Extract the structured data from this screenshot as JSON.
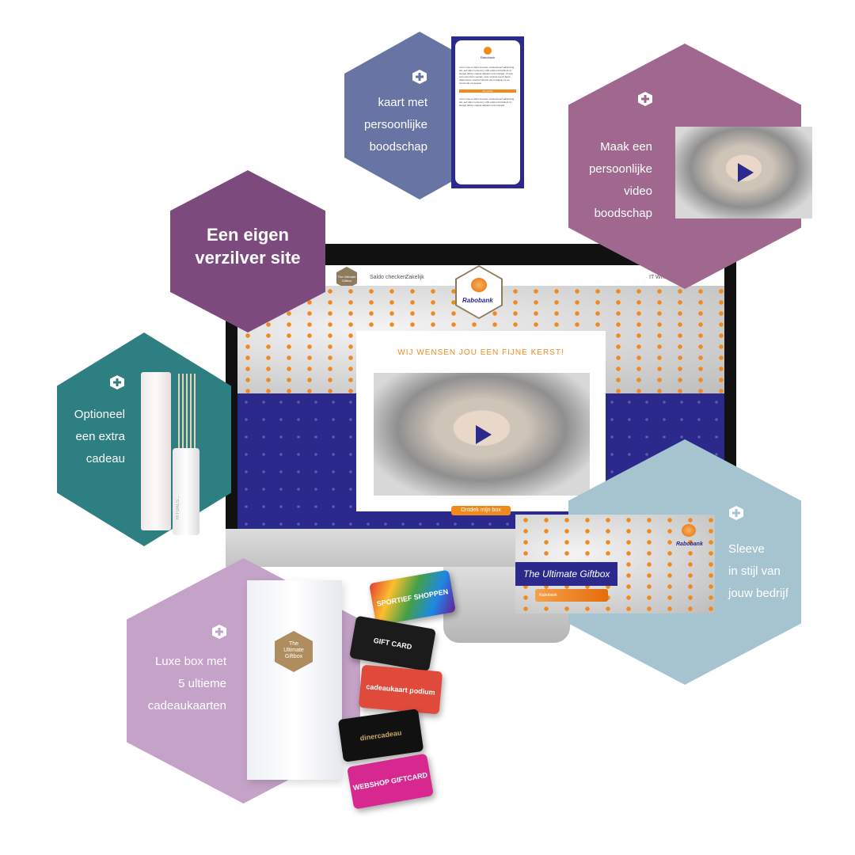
{
  "card_hex": {
    "text": [
      "kaart met",
      "persoonlijke",
      "boodschap"
    ],
    "color": "#6874a3"
  },
  "card_preview": {
    "brand": "Rabobank",
    "body": "Lorem ipsum dolor sit amet, consectetuer adipiscing elit, sed diam nonummy nibh euismod tincidunt ut laoreet dolore magna aliquam erat volutpat. Ut wisi enim ad minim veniam, quis nostrud exerci tation ullamcorper suscipit lobortis nisl ut aliquip ex ea commodo consequat.",
    "button": "Ga verder",
    "body2": "Lorem ipsum dolor sit amet, consectetuer adipiscing elit, sed diam nonummy nibh euismod tincidunt ut laoreet dolore magna aliquam erat volutpat."
  },
  "video_hex": {
    "text": [
      "Maak een",
      "persoonlijke",
      "video",
      "boodschap"
    ],
    "color": "#a0688f"
  },
  "site_hex": {
    "text": [
      "Een eigen",
      "verzilver site"
    ],
    "color": "#7d4a7e"
  },
  "gift_hex": {
    "text": [
      "Optioneel",
      "een extra",
      "cadeau"
    ],
    "color": "#2d7f82",
    "product": "RITUALS..."
  },
  "sleeve_hex": {
    "text": [
      "Sleeve",
      "in stijl van",
      "jouw bedrijf"
    ],
    "color": "#a6c4cf"
  },
  "box_hex": {
    "text": [
      "Luxe box met",
      "5 ultieme",
      "cadeaukaarten"
    ],
    "color": "#c5a3c8"
  },
  "site": {
    "logo": "The Ultimate Giftbox",
    "nav": [
      "Saldo checken",
      "Zakelijk"
    ],
    "right_nav": "IT Wi...",
    "brand": "Rabobank",
    "heading": "WIJ WENSEN JOU EEN FIJNE KERST!",
    "cta": "Ontdek mijn box"
  },
  "sleeve": {
    "title": "The Ultimate Giftbox",
    "sub": "Rabobank",
    "brand": "Rabobank"
  },
  "box": {
    "logo": [
      "The",
      "Ultimate",
      "Giftbox"
    ]
  },
  "gift_cards": [
    "SPORTIEF SHOPPEN",
    "GIFT CARD",
    "cadeaukaart podium",
    "dinercadeau",
    "WEBSHOP GIFTCARD"
  ],
  "accent": "#f08a1c",
  "navy": "#2b2a8c"
}
